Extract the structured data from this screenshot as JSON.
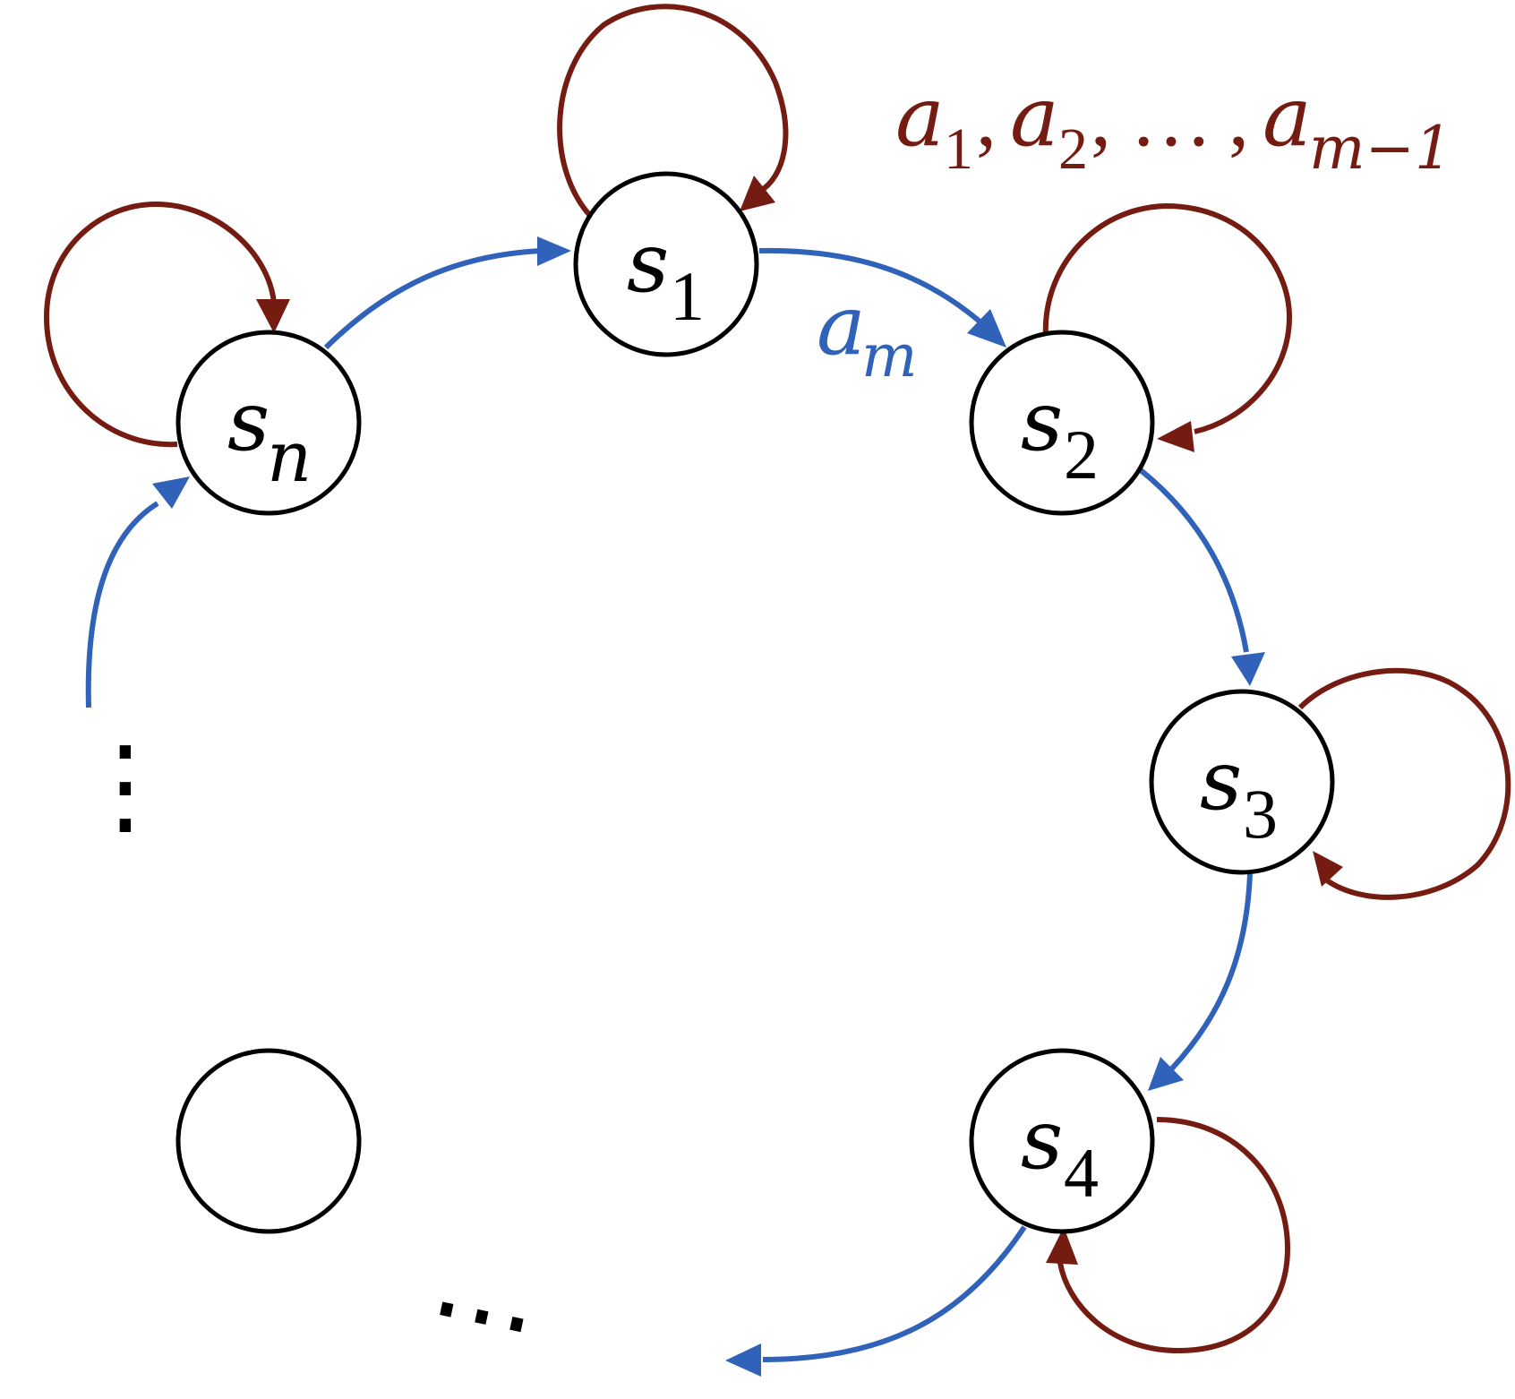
{
  "colors": {
    "forward_edge": "#2f62b8",
    "self_loop": "#751c12",
    "node_stroke": "#000000",
    "label_text": "#000000"
  },
  "states": [
    {
      "id": "s1",
      "symbol": "s",
      "subscript": "1"
    },
    {
      "id": "s2",
      "symbol": "s",
      "subscript": "2"
    },
    {
      "id": "s3",
      "symbol": "s",
      "subscript": "3"
    },
    {
      "id": "s4",
      "symbol": "s",
      "subscript": "4"
    },
    {
      "id": "blank",
      "symbol": "",
      "subscript": ""
    },
    {
      "id": "sn",
      "symbol": "s",
      "subscript": "n"
    }
  ],
  "labels": {
    "forward_action": {
      "symbol": "a",
      "subscript": "m"
    },
    "loop_actions": [
      {
        "symbol": "a",
        "subscript": "1",
        "sep": ","
      },
      {
        "symbol": "a",
        "subscript": "2",
        "sep": ","
      },
      {
        "symbol": "…",
        "subscript": "",
        "sep": ","
      },
      {
        "symbol": "a",
        "subscript": "m−1",
        "sep": ""
      }
    ]
  },
  "ellipses": {
    "vertical": "⋮",
    "horizontal": "…"
  }
}
